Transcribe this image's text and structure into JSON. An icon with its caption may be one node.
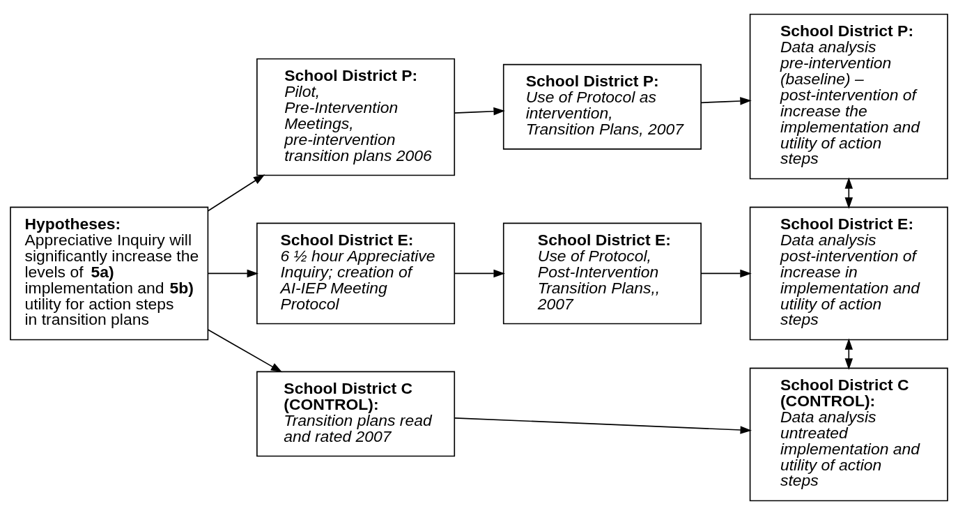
{
  "diagram": {
    "nodes": [
      {
        "text": [
          "Hypotheses:",
          "Appreciative Inquiry will significantly increase the levels of **5a)** implementation and **5b)** utility for action steps in transition plans"
        ]
      },
      {
        "text": [
          "School District P:",
          "Pilot, Pre-Intervention Meetings, pre-intervention transition plans 2006"
        ]
      },
      {
        "text": [
          "School District P:",
          "Use of Protocol as intervention, Transition Plans, 2007"
        ]
      },
      {
        "text": [
          "School District P:",
          "Data analysis pre-intervention (baseline) – post-intervention of increase the implementation and utility of action steps"
        ]
      },
      {
        "text": [
          "School District E:",
          "6 ½ hour Appreciative Inquiry; creation of AI-IEP Meeting Protocol"
        ]
      },
      {
        "text": [
          "School District E:",
          "Use of Protocol, Post-Intervention Transition Plans,, 2007"
        ]
      },
      {
        "text": [
          "School District E:",
          "Data analysis post-intervention of increase in implementation and utility of action steps"
        ]
      },
      {
        "text": [
          "School District C (CONTROL):",
          "Transition plans read and rated 2007"
        ]
      },
      {
        "text": [
          "School District C (CONTROL):",
          "Data analysis untreated implementation and utility of action steps"
        ]
      }
    ],
    "edges": [
      {
        "from": 0,
        "to": 1,
        "arrow": "to"
      },
      {
        "from": 0,
        "to": 4,
        "arrow": "to"
      },
      {
        "from": 0,
        "to": 7,
        "arrow": "to"
      },
      {
        "from": 1,
        "to": 2,
        "arrow": "to"
      },
      {
        "from": 2,
        "to": 3,
        "arrow": "to"
      },
      {
        "from": 4,
        "to": 5,
        "arrow": "to"
      },
      {
        "from": 5,
        "to": 6,
        "arrow": "to"
      },
      {
        "from": 7,
        "to": 8,
        "arrow": "to"
      },
      {
        "from": 3,
        "to": 6,
        "arrow": "both"
      },
      {
        "from": 6,
        "to": 8,
        "arrow": "both"
      }
    ]
  }
}
